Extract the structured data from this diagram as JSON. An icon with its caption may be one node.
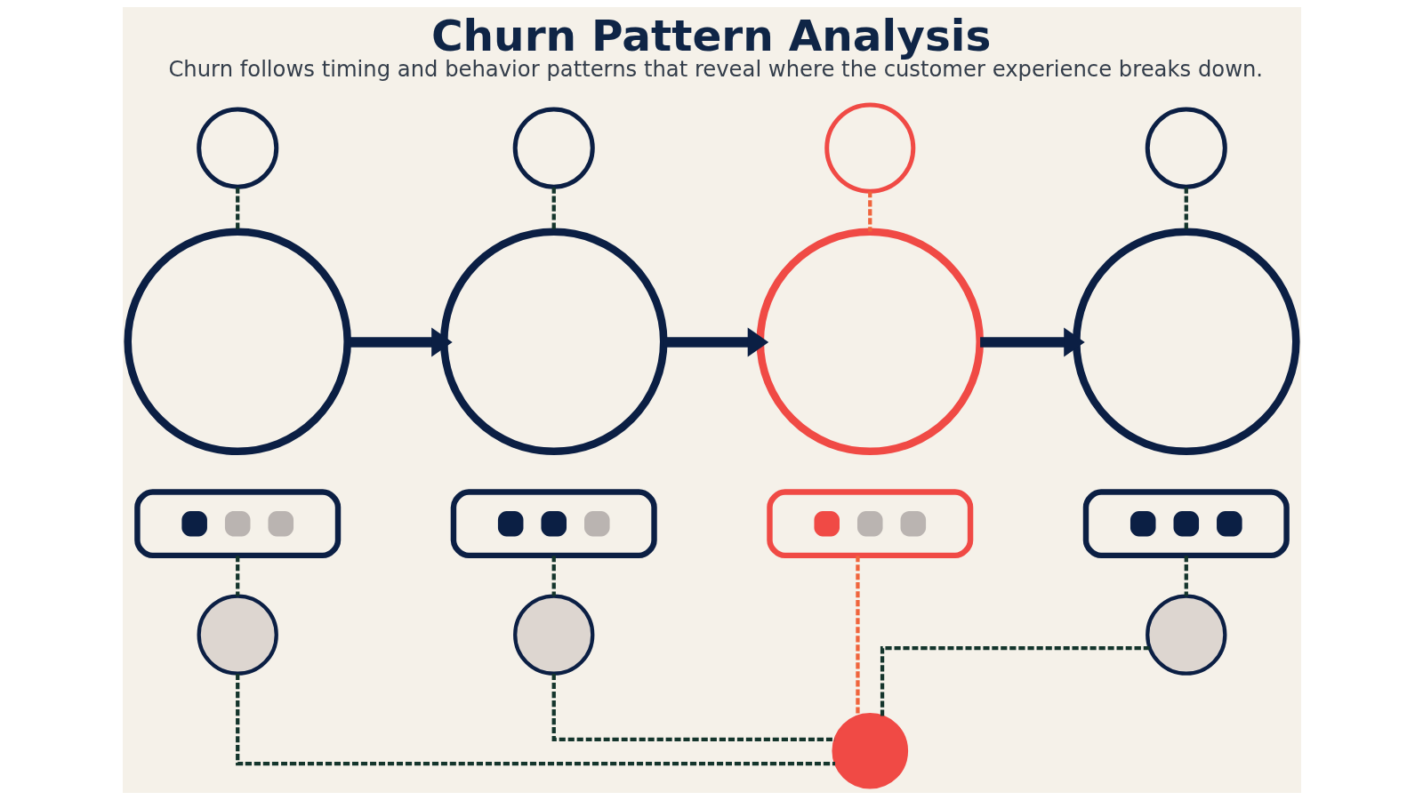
{
  "diagram": {
    "title": "Churn Pattern Analysis",
    "caption": "Churn follows timing and behavior patterns that reveal where the customer experience breaks down.",
    "nodes": [
      {
        "text": [],
        "shape": "circle"
      },
      {
        "text": [],
        "shape": "circle"
      },
      {
        "text": [],
        "shape": "circle"
      },
      {
        "text": [],
        "shape": "circle"
      },
      {
        "text": [],
        "shape": "circle"
      },
      {
        "text": [],
        "shape": "circle"
      },
      {
        "text": [],
        "shape": "circle"
      },
      {
        "text": [],
        "shape": "circle"
      },
      {
        "text": [],
        "shape": "box"
      },
      {
        "text": [],
        "shape": "box"
      },
      {
        "text": [],
        "shape": "box"
      },
      {
        "text": [],
        "shape": "box"
      },
      {
        "text": [],
        "shape": "circle"
      },
      {
        "text": [],
        "shape": "circle"
      },
      {
        "text": [],
        "shape": "circle"
      },
      {
        "text": [],
        "shape": "circle"
      }
    ],
    "edges": [
      {
        "from": 0,
        "to": 4,
        "arrow": "none",
        "style": "dashed"
      },
      {
        "from": 1,
        "to": 5,
        "arrow": "none",
        "style": "dashed"
      },
      {
        "from": 2,
        "to": 6,
        "arrow": "none",
        "style": "dashed",
        "color": "#f0643c"
      },
      {
        "from": 3,
        "to": 7,
        "arrow": "none",
        "style": "dashed"
      },
      {
        "from": 4,
        "to": 5,
        "arrow": "to",
        "style": "thick",
        "color": "#0b1f44"
      },
      {
        "from": 5,
        "to": 6,
        "arrow": "to",
        "style": "thick",
        "color": "#0b1f44"
      },
      {
        "from": 6,
        "to": 7,
        "arrow": "to",
        "style": "thick",
        "color": "#0b1f44"
      },
      {
        "from": 8,
        "to": 12,
        "arrow": "none",
        "style": "dashed"
      },
      {
        "from": 9,
        "to": 13,
        "arrow": "none",
        "style": "dashed"
      },
      {
        "from": 10,
        "to": 15,
        "arrow": "none",
        "style": "dashed",
        "color": "#f0643c"
      },
      {
        "from": 11,
        "to": 14,
        "arrow": "none",
        "style": "dashed"
      },
      {
        "from": 12,
        "to": 15,
        "arrow": "none",
        "style": "dashed"
      },
      {
        "from": 13,
        "to": 15,
        "arrow": "none",
        "style": "dashed"
      },
      {
        "from": 14,
        "to": 15,
        "arrow": "none",
        "style": "dashed"
      }
    ]
  }
}
